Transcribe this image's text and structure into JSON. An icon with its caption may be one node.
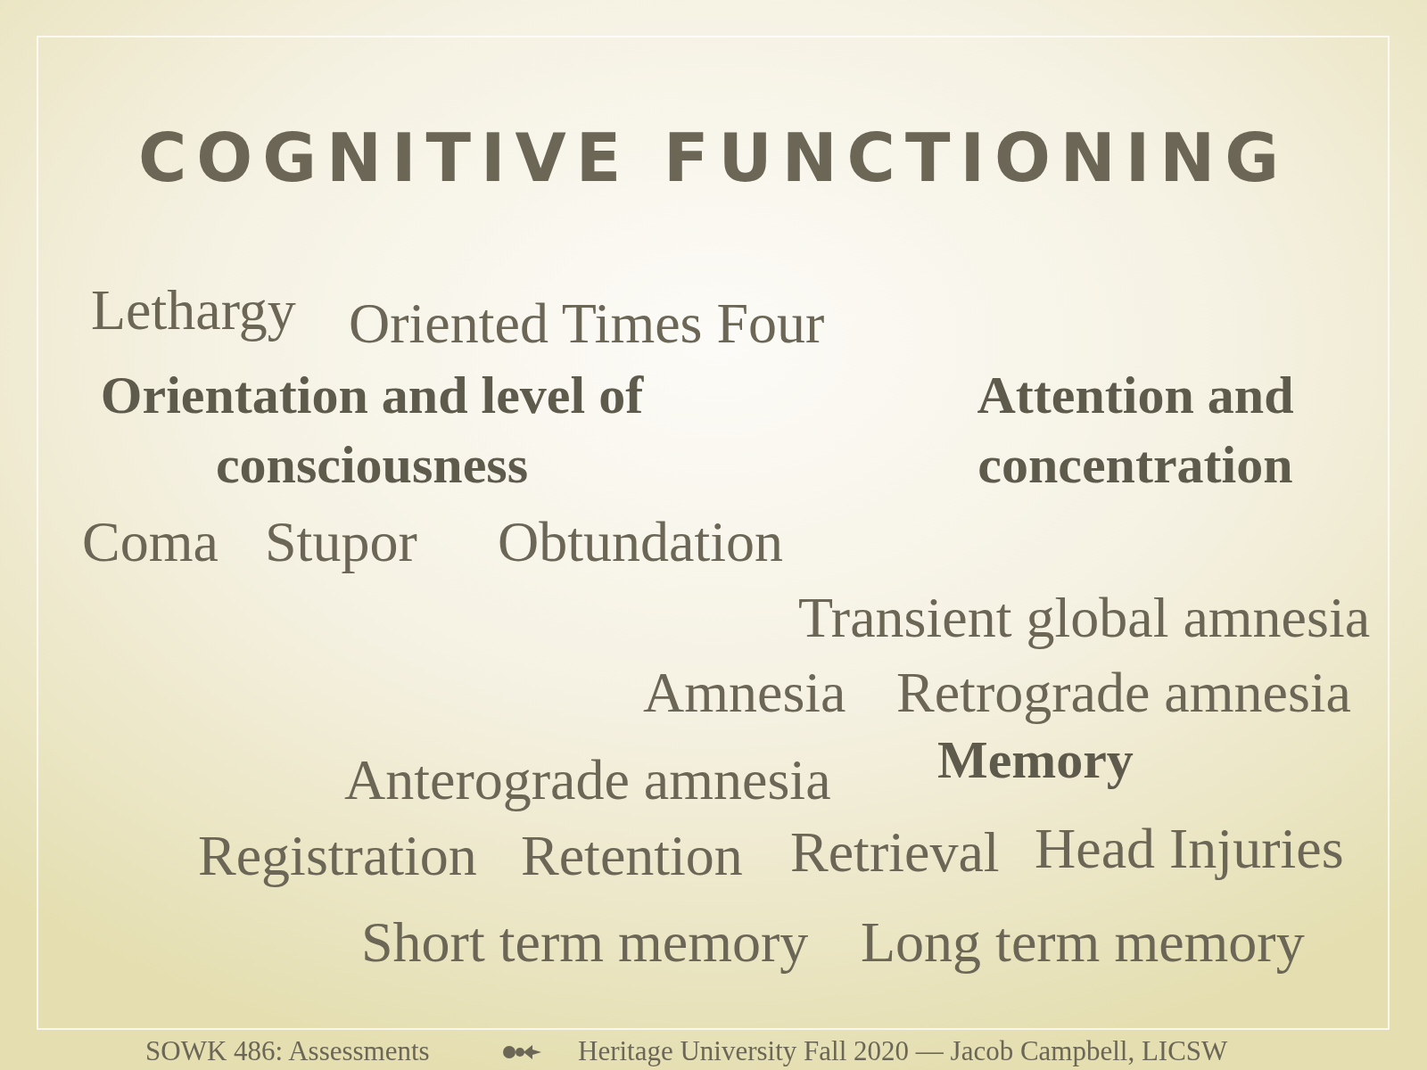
{
  "diagram": {
    "title": "COGNITIVE FUNCTIONING",
    "labels": [
      "Lethargy",
      "Oriented Times Four",
      "Orientation and level of consciousness",
      "Attention and concentration",
      "Coma",
      "Stupor",
      "Obtundation",
      "Transient global amnesia",
      "Amnesia",
      "Retrograde amnesia",
      "Anterograde amnesia",
      "Memory",
      "Registration",
      "Retention",
      "Retrieval",
      "Head Injuries",
      "Short term memory",
      "Long term memory",
      "SOWK 486: Assessments",
      "Heritage University Fall 2020 — Jacob Campbell, LICSW"
    ]
  }
}
